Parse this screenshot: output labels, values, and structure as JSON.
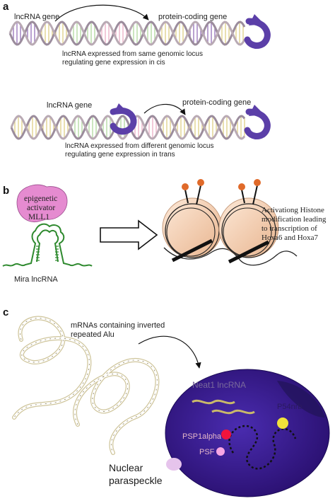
{
  "panels": {
    "a": {
      "letter": "a",
      "top": {
        "lncrna_gene": "lncRNA gene",
        "protein_coding_gene": "protein-coding gene",
        "caption_line1": "lncRNA expressed from same genomic locus",
        "caption_line2": "regulating gene expression in cis"
      },
      "bottom": {
        "lncrna_gene": "lncRNA gene",
        "protein_coding_gene": "protein-coding gene",
        "caption_line1": "lncRNA expressed from different genomic locus",
        "caption_line2": "regulating gene expression in trans"
      }
    },
    "b": {
      "letter": "b",
      "activator_line1": "epigenetic",
      "activator_line2": "activator",
      "activator_line3": "MLL1",
      "mira_label": "Mira lncRNA",
      "result_line1": "Activationg Histone",
      "result_line2": "modification leading",
      "result_line3": "to transcription of",
      "result_line4": "Hoxa6 and Hoxa7"
    },
    "c": {
      "letter": "c",
      "mrna_line1": "mRNAs containing inverted",
      "mrna_line2": "repeated Alu",
      "neat1": "Neat1 lncRNA",
      "p54nrb": "P54nrb",
      "psp1alpha": "PSP1alpha",
      "psf": "PSF",
      "paraspeckle_line1": "Nuclear",
      "paraspeckle_line2": "paraspeckle"
    }
  },
  "colors": {
    "helix_purple": "#7b4fa8",
    "helix_yellow": "#d8c46a",
    "helix_green": "#9fcf87",
    "helix_pink": "#e79bb7",
    "curved_arrow": "#5b3fa8",
    "activator": "#e58bd0",
    "paraspeckle_body": "#3a1e96",
    "p54nrb_dot": "#f2e23a",
    "psp1alpha_dot": "#f0143c",
    "psf_dot": "#f7a6e4",
    "nucleosome": "#f4ceb2",
    "histone_tail": "#e06a2a"
  }
}
